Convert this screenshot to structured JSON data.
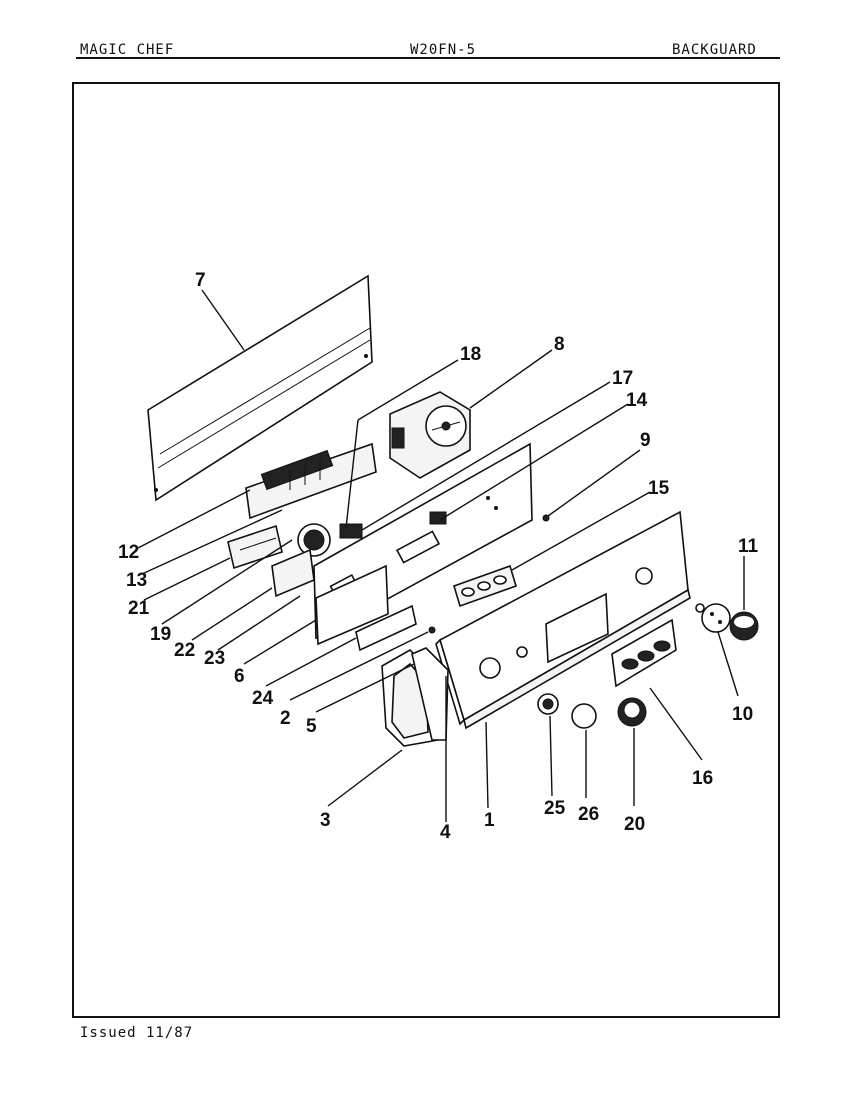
{
  "header": {
    "brand": "MAGIC CHEF",
    "model": "W20FN-5",
    "section": "BACKGUARD"
  },
  "footer": {
    "issued": "Issued 11/87"
  },
  "callouts": [
    "7",
    "18",
    "8",
    "17",
    "14",
    "9",
    "15",
    "11",
    "10",
    "16",
    "12",
    "13",
    "21",
    "19",
    "22",
    "23",
    "6",
    "24",
    "2",
    "5",
    "3",
    "4",
    "1",
    "25",
    "26",
    "20"
  ]
}
